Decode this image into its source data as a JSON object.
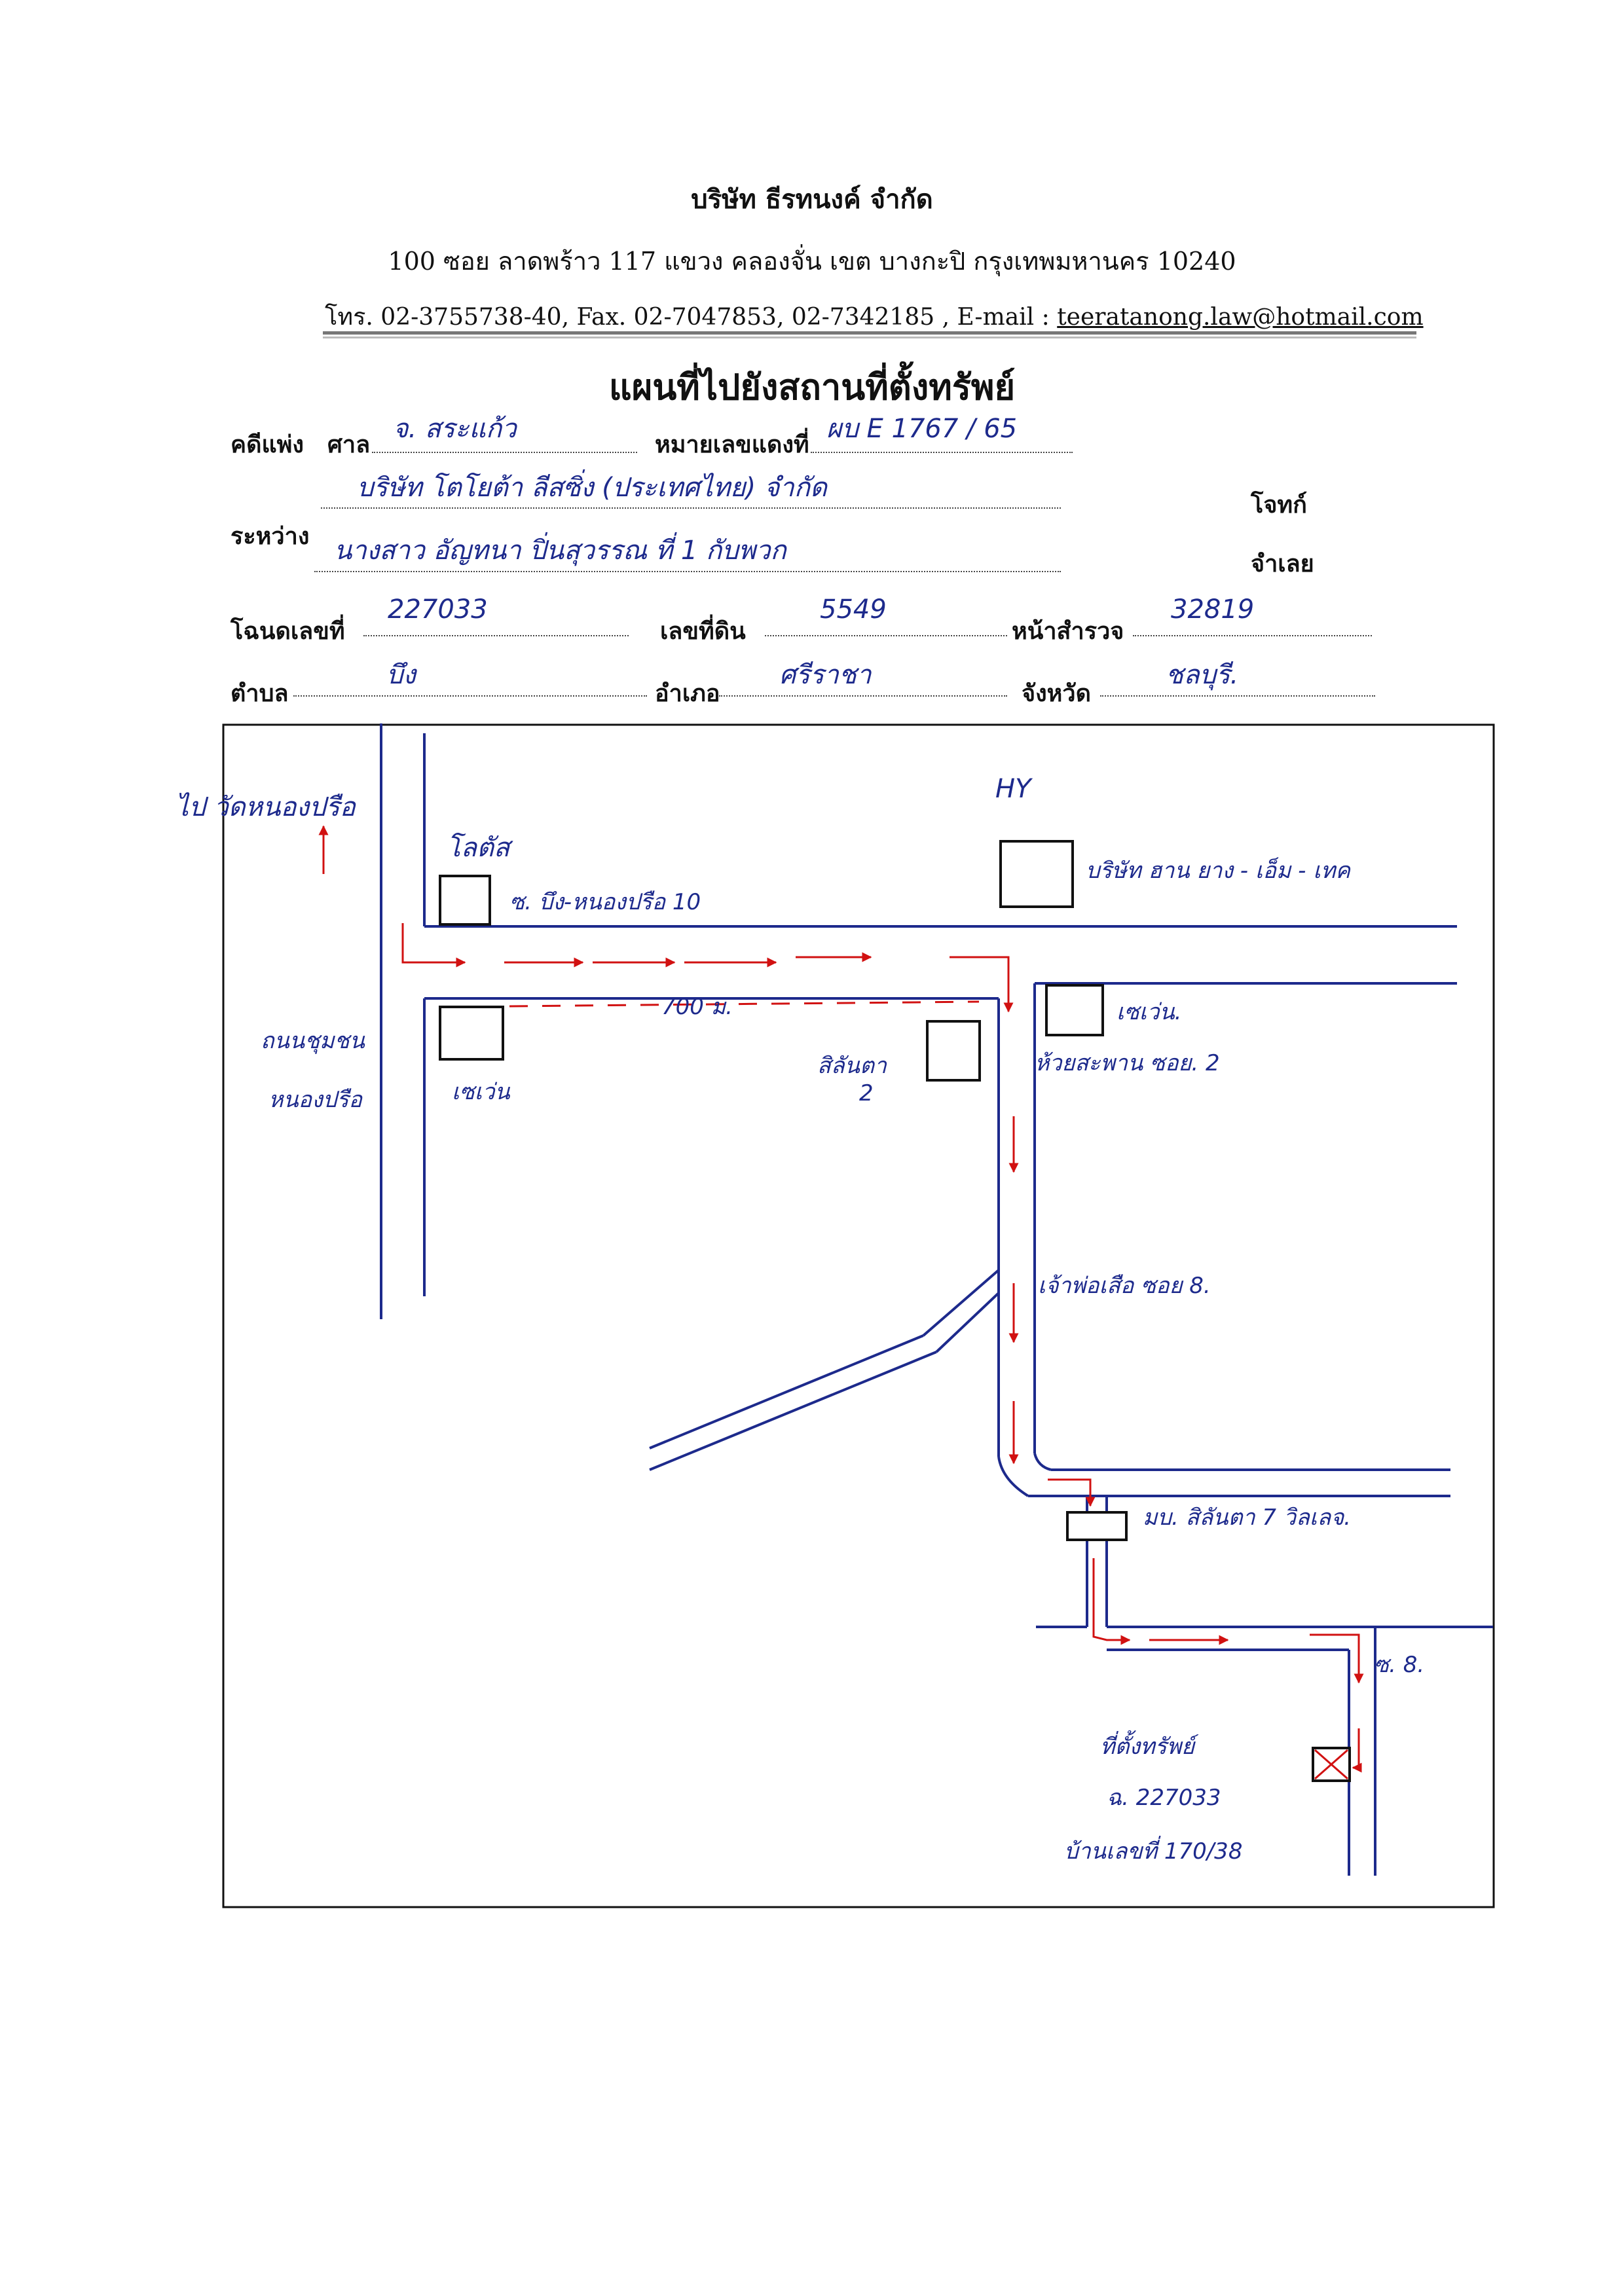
{
  "header": {
    "company": "บริษัท ธีรทนงค์ จำกัด",
    "address": "100   ซอย ลาดพร้าว 117   แขวง คลองจั่น   เขต บางกะปิ   กรุงเทพมหานคร  10240",
    "contact_prefix": "โทร. 02-3755738-40, Fax.  02-7047853, 02-7342185 , E-mail : ",
    "email": "teeratanong.law@hotmail.com"
  },
  "title": "แผนที่ไปยังสถานที่ตั้งทรัพย์",
  "form": {
    "case_label": "คดีแพ่ง",
    "court_label": "ศาล",
    "court_value": "จ. สระแก้ว",
    "red_no_label": "หมายเลขแดงที่",
    "red_no_value": "ผบ E  1767 / 65",
    "between_label": "ระหว่าง",
    "plaintiff_value": "บริษัท โตโยต้า ลีสซิ่ง (ประเทศไทย) จำกัด",
    "plaintiff_label": "โจทก์",
    "defendant_value": "นางสาว อัญทนา  ปิ่นสุวรรณ  ที่ 1   กับพวก",
    "defendant_label": "จำเลย",
    "deed_label": "โฉนดเลขที่",
    "deed_value": "227033",
    "land_no_label": "เลขที่ดิน",
    "land_no_value": "5549",
    "survey_label": "หน้าสำรวจ",
    "survey_value": "32819",
    "subdistrict_label": "ตำบล",
    "subdistrict_value": "บึง",
    "district_label": "อำเภอ",
    "district_value": "ศรีราชา",
    "province_label": "จังหวัด",
    "province_value": "ชลบุรี."
  },
  "map": {
    "to_wat": "ไป วัดหนองปรือ",
    "lotus": "โลตัส",
    "hy": "HY",
    "hy_company": "บริษัท ฮาน ยาง - เอ็ม - เทค",
    "soi_bueng": "ซ. บึง-หนองปรือ 10",
    "distance": "700 ม.",
    "road_name_1": "ถนนชุมชน",
    "road_name_2": "หนองปรือ",
    "seven_left": "เซเว่น",
    "silanta_2_a": "สิลันตา",
    "silanta_2_b": "2",
    "seven_right": "เซเว่น.",
    "huay_soi": "ห้วยสะพาน ซอย. 2",
    "chao_soi": "เจ้าพ่อเสือ ซอย 8.",
    "village": "มบ. สิลันตา 7 วิลเลจ.",
    "soi_8": "ซ. 8.",
    "property_1": "ที่ตั้งทรัพย์",
    "property_2": "ฉ. 227033",
    "property_3": "บ้านเลขที่ 170/38"
  },
  "colors": {
    "road": "#1d2a8c",
    "route": "#d11111",
    "frame": "#111111"
  }
}
